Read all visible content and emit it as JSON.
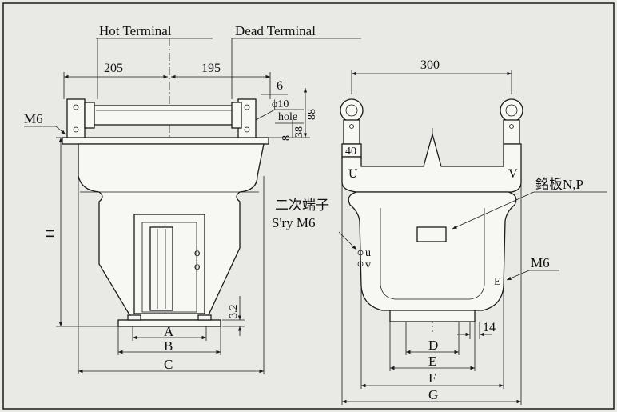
{
  "labels": {
    "hot_terminal": "Hot Terminal",
    "dead_terminal": "Dead Terminal",
    "dim_205": "205",
    "dim_195": "195",
    "dim_6": "6",
    "phi10": "ϕ10",
    "hole": "hole",
    "dim_88": "88",
    "dim_38": "38",
    "dim_8": "8",
    "m6_left": "M6",
    "h": "H",
    "dim_3_2": "3.2",
    "a": "A",
    "b": "B",
    "c": "C",
    "dim_300": "300",
    "dim_40": "40",
    "u_mark": "U",
    "v_mark": "V",
    "nameplate": "銘板N,P",
    "secondary_jp": "二次端子",
    "secondary_en": "S'ry M6",
    "terminal_u": "u",
    "terminal_v": "v",
    "m6_right": "M6",
    "e_mark": "E",
    "dim_14": "14",
    "d": "D",
    "e": "E",
    "f": "F",
    "g": "G"
  },
  "colors": {
    "background": "#e9e9e6",
    "line": "#1a1a1a",
    "body_fill": "#f7f7f4"
  }
}
